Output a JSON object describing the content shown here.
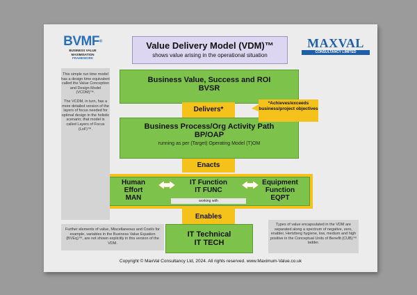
{
  "logos": {
    "bvmf": {
      "mark": "BVMF",
      "tm": "®",
      "line1": "BUSINESS VALUE",
      "line2": "MAXIMISATION",
      "line3": "FRAMEWORK"
    },
    "maxval": {
      "mark": "MAXVAL",
      "sub": "CONSULTANCY LIMITED"
    }
  },
  "title": "Value Delivery Model (VDM)™",
  "subtitle": "shows value arising in the operational situation",
  "boxes": {
    "bvsr": {
      "line1": "Business Value, Success and ROI",
      "line2": "BVSR"
    },
    "bp": {
      "line1": "Business Process/Org Activity Path",
      "line2": "BP/OAP",
      "line3": "running as per (Target) Operating Model (T)OM"
    },
    "human": {
      "line1": "Human",
      "line2": "Effort",
      "line3": "MAN"
    },
    "itfunc": {
      "line1": "IT Function",
      "line2": "IT FUNC"
    },
    "equip": {
      "line1": "Equipment",
      "line2": "Function",
      "line3": "EQPT"
    },
    "working_with": "working with",
    "ittech": {
      "line1": "IT Technical",
      "line2": "IT TECH"
    }
  },
  "connectors": {
    "delivers": "Delivers*",
    "enacts": "Enacts",
    "enables": "Enables"
  },
  "notes": {
    "left_p1": "This simple run time model has a design time equivalent called the Value Conception and Design Model (VCDM)™.",
    "left_p2": "The VCDM, in turn, has a more detailed version of the layers of focus needed for optimal design in the holistic scenario; that model is called Layers of Focus (LoF)™.",
    "yellow": "*Achieves/exceeds business/project objectives",
    "bottom_left": "Further elements of value, Miscellaneous and Cost/s for example, variables in the Business Value Equation (BVEq)™, are not shown explicitly in this version of the VDM.",
    "bottom_right": "Types of value encapsulated in the VDM are separated along a spectrum of negative, zero, enabler, Hertzberg hygiene, low, medium and high positive in the Conceptual Units of Benefit (CUB)™ ladder."
  },
  "copyright": "Copyright © MaxVal Consultancy Ltd, 2024. All rights reserved. www.Maximum-Value.co.uk",
  "colors": {
    "green": "#7dc24a",
    "gold": "#f5c11b",
    "lavender": "#dcd6f0",
    "note_grey": "#d4d4d4",
    "brand_blue": "#1f5fa8"
  }
}
